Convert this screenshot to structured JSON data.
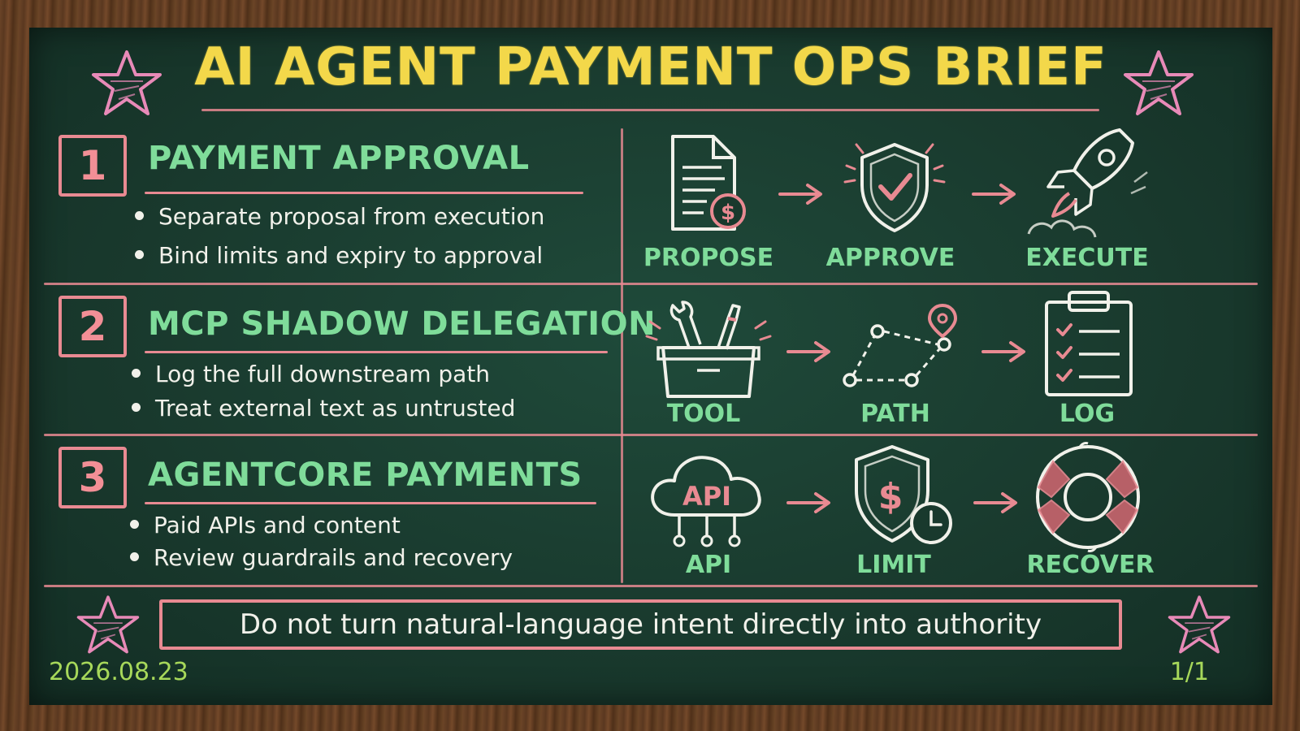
{
  "title": "AI AGENT PAYMENT OPS BRIEF",
  "sections": [
    {
      "number": "1",
      "title": "PAYMENT APPROVAL",
      "bullets": [
        "Separate proposal from execution",
        "Bind limits and expiry to approval"
      ],
      "steps": [
        {
          "label": "PROPOSE",
          "icon": "document-dollar-icon"
        },
        {
          "label": "APPROVE",
          "icon": "shield-check-icon"
        },
        {
          "label": "EXECUTE",
          "icon": "rocket-icon"
        }
      ]
    },
    {
      "number": "2",
      "title": "MCP SHADOW DELEGATION",
      "bullets": [
        "Log the full downstream path",
        "Treat external text as untrusted"
      ],
      "steps": [
        {
          "label": "TOOL",
          "icon": "toolbox-icon"
        },
        {
          "label": "PATH",
          "icon": "route-path-icon"
        },
        {
          "label": "LOG",
          "icon": "clipboard-checklist-icon"
        }
      ]
    },
    {
      "number": "3",
      "title": "AGENTCORE PAYMENTS",
      "bullets": [
        "Paid APIs and content",
        "Review guardrails and recovery"
      ],
      "steps": [
        {
          "label": "API",
          "icon": "cloud-api-icon",
          "icon_text": "API"
        },
        {
          "label": "LIMIT",
          "icon": "shield-dollar-clock-icon",
          "icon_text": "$"
        },
        {
          "label": "RECOVER",
          "icon": "lifebuoy-icon"
        }
      ]
    }
  ],
  "footer": "Do not turn natural-language intent directly into authority",
  "date": "2026.08.23",
  "page": "1/1",
  "colors": {
    "board": "#19392d",
    "frame": "#5a3820",
    "title": "#f3d84a",
    "heading": "#7fdc9a",
    "accent": "#e88a92",
    "text": "#f1f1ea",
    "date": "#a7d85a"
  }
}
